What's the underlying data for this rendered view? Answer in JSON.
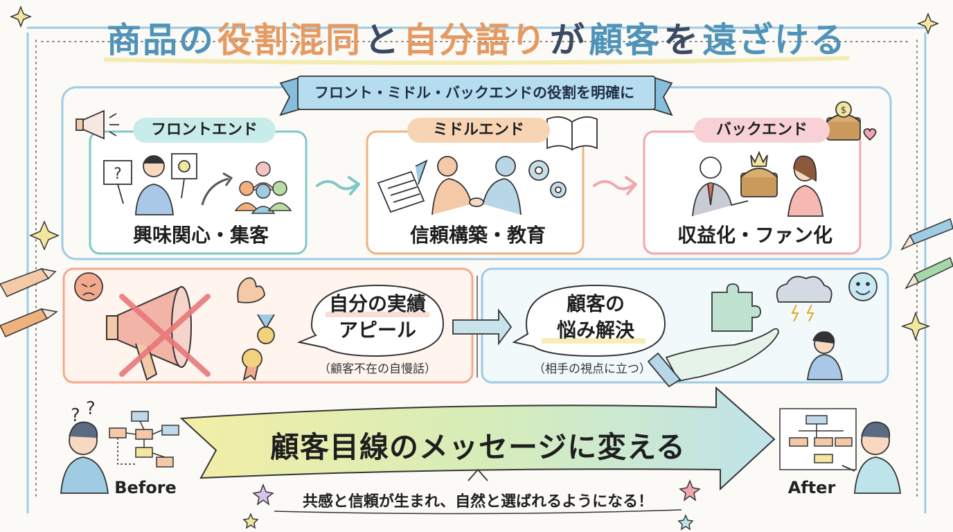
{
  "title": {
    "part1": "商品の",
    "part2": "役割混同",
    "part3": "と",
    "part4": "自分語り",
    "part5": "が",
    "part6": "顧客",
    "part7": "を",
    "part8": "遠ざける"
  },
  "banner": "フロント・ミドル・バックエンドの役割を明確に",
  "stages": {
    "front": {
      "label": "フロントエンド",
      "caption": "興味関心・集客"
    },
    "middle": {
      "label": "ミドルエンド",
      "caption": "信頼構築・教育"
    },
    "back": {
      "label": "バックエンド",
      "caption": "収益化・ファン化"
    }
  },
  "comparison": {
    "bad": {
      "line1": "自分の実績",
      "line2": "アピール",
      "note": "（顧客不在の自慢話）"
    },
    "good": {
      "line1": "顧客の",
      "line2": "悩み解決",
      "note": "（相手の視点に立つ）"
    }
  },
  "big_arrow": "顧客目線のメッセージに変える",
  "bottom_note": "共感と信頼が生まれ、自然と選ばれるようになる！",
  "before_label": "Before",
  "after_label": "After",
  "colors": {
    "teal": "#7fc8c6",
    "orange": "#f0b27d",
    "pink": "#f1a6b0",
    "blue": "#9fcbe3",
    "yellow": "#f3e7a0"
  }
}
